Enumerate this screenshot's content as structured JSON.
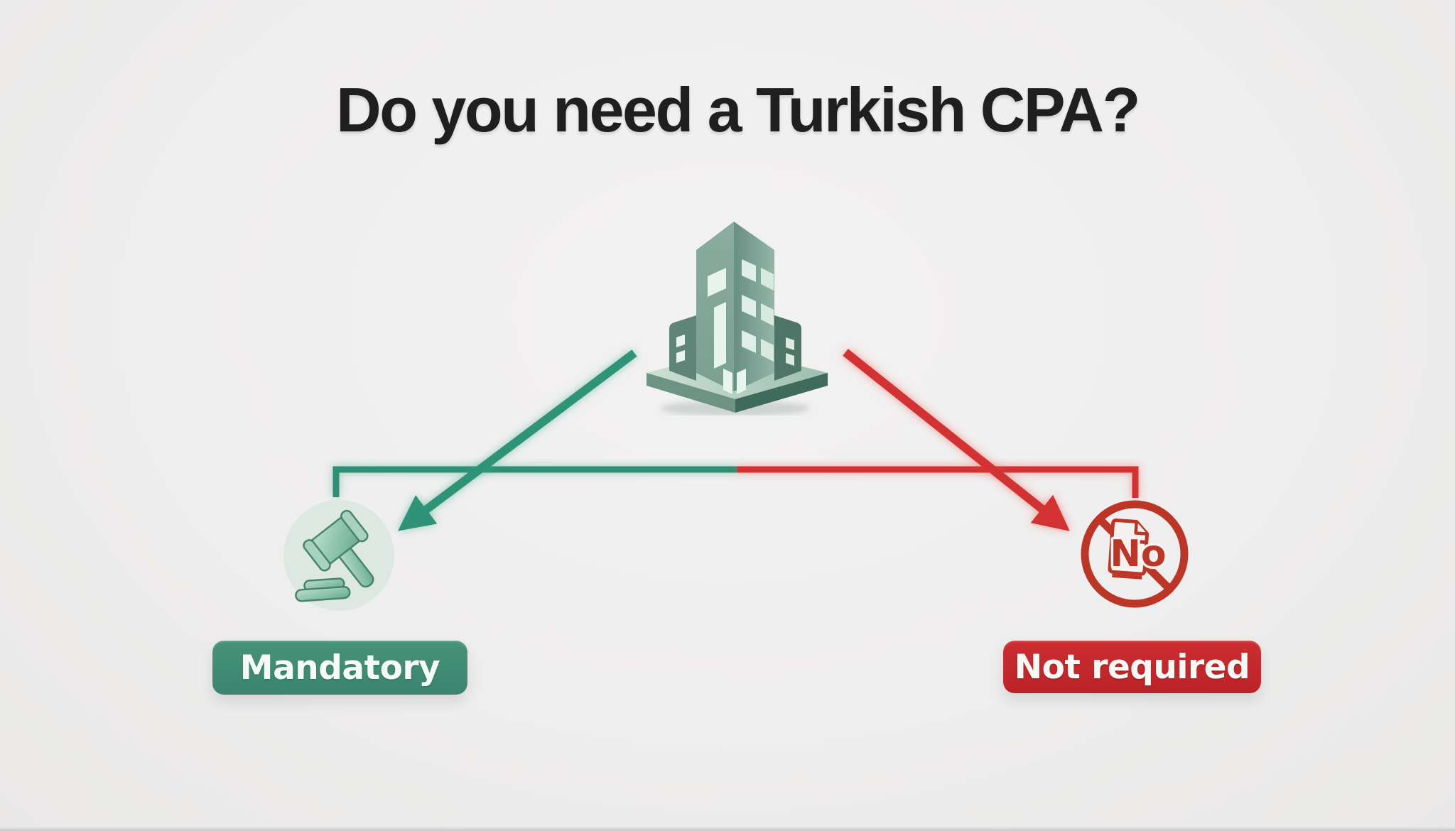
{
  "title": "Do you need a Turkish CPA?",
  "root": {
    "icon": "office-building-icon"
  },
  "branches": {
    "left": {
      "label": "Mandatory",
      "icon": "gavel-icon",
      "arrow_color": "#2E9377"
    },
    "right": {
      "label": "Not required",
      "icon": "no-document-icon",
      "icon_text": "No",
      "arrow_color": "#D23130"
    }
  },
  "colors": {
    "background": "#EFEEEE",
    "title_text": "#1F1F1F",
    "green_accent": "#2E9377",
    "green_badge": "#3E8B74",
    "red_accent": "#D23130",
    "red_badge": "#C2272C",
    "gavel_circle_bg": "#DDE8E2",
    "building_green": "#7FA294",
    "window_light": "#E8F3EC"
  }
}
